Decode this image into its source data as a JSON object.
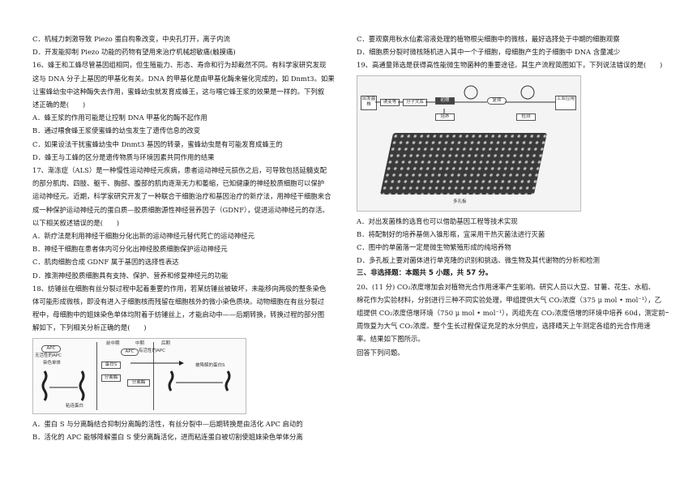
{
  "left": {
    "lines_top": [
      "C．机械力刺激导致 Piezo 蛋白构象改变，中央孔打开，离子内流",
      "D．开发能抑制 Piezo 功能的药物有望用来治疗机械超敏痛(触摸痛)",
      "16、蜂王和工蜂尽管基因组相同，但生殖能力、形态、寿命和行为却截然不同。有科学家研究发现",
      "这与 DNA 分子上基因的甲基化有关。DNA 的甲基化是由甲基化酶来催化完成的，如 Dnmt3。如果",
      "让蜜蜂幼虫中这种酶失去作用，蜜蜂幼虫就发育成蜂王，这与喂它蜂王浆的效果是一样的。下列叙",
      "述正确的是(　　)",
      "A．蜂王浆的作用可能是让控制 DNA 甲基化的酶不起作用",
      "B．通过喂食蜂王浆使蜜蜂的幼虫发生了遗传信息的改变",
      "C．如果设法干扰蜜蜂幼虫中 Dnmt3 基因的转录，蜜蜂幼虫是有可能发育成蜂王的",
      "D．蜂王与工蜂的区分是遗传物质与环境因素共同作用的结果",
      "17、渐冻症（ALS）是一种慢性运动神经元疾病，患者运动神经元损伤之后，可导致包括延髓支配",
      "的部分肌肉、四肢、躯干、胸部、腹部的肌肉逐渐无力和萎缩，已知健康的神经胶质细胞可以保护",
      "运动神经元。近期，科学家研究开发了一种联合干细胞治疗和基因治疗的新疗法，用神经干细胞来合",
      "成一种保护运动神经元的蛋白质—胶质细胞源性神经营养因子（GDNF），促进运动神经元的存活。",
      "以下相关叙述错误的是(　　)",
      "A．新疗法是利用神经干细胞分化出新的运动神经元替代死亡的运动神经元",
      "B．神经干细胞在患者体内可分化出神经胶质细胞保护运动神经元",
      "C．肌肉细胞合成 GDNF 属于基因的选择性表达",
      "D．推测神经胶质细胞具有支持、保护、营养和修复神经元的功能",
      "18、纺锤丝在细胞有丝分裂过程中起着重要的作用，若某纺锤丝被破坏，未能移向两极的整条染色",
      "体可能形成微核，即没有进入子细胞核而残留在细胞核外的微小染色质块。动物细胞在有丝分裂过",
      "程中，母细胞中的姐妹染色单体均附着于纺锤丝上，才能启动中——后期转换，转换过程的部分图",
      "解如下，下列相关分析正确的是(　　)"
    ],
    "figure": {
      "stage_prometaphase": "前中期",
      "stage_metaphase": "中期",
      "stage_anaphase": "后期",
      "apc_label": "APC",
      "inactive_apc": "无活性的APC",
      "chromatid": "染色单体",
      "protein_s": "蛋白S",
      "separase": "分离酶",
      "active_apc": "有活性的APC",
      "cohesin": "粘连蛋白",
      "degraded_s": "被降解的蛋白S"
    },
    "lines_bottom": [
      "A．蛋白 S 与分离酶结合抑制分离酶的活性，有丝分裂中—后期转换是由活化 APC 启动的",
      "B．活化的 APC 能够降解蛋白 S 使分离酶活化，进而粘连蛋白被切割使姐妹染色单体分离"
    ]
  },
  "right": {
    "lines_top": [
      "C．要观察用秋水仙素溶液处理的植物根尖细胞中的微核，最好选择处于中期的细胞观察",
      "D．细胞质分裂时微核随机进入其中一个子细胞，母细胞产生的子细胞中 DNA 含量减少",
      "19、高通量筛选是获得高性能微生物菌种的重要途径。其生产流程简图如下，下列说法错误的是(　　)"
    ],
    "figure": {
      "start_strain": "出发菌株",
      "mutagenesis": "诱变等",
      "library": "分子文库",
      "screening": "初筛",
      "rescreen": "复筛",
      "scale_up": "工业应用",
      "culture": "培养",
      "detection": "检测",
      "plate_caption": "多孔板"
    },
    "lines_mid": [
      "A．对出发菌株的选育也可以借助基因工程等技术实现",
      "B．将配制好的培养基倒入锥形瓶，宜采用干热灭菌法进行灭菌",
      "C．图中的单菌落一定是微生物繁殖形成的纯培养物",
      "D．多孔板上要对菌体进行单克隆的识别和挑选、微生物及其代谢物的分析和检测"
    ],
    "section_heading": "三、非选择题：本题共 5 小题，共 57 分。",
    "lines_bottom": [
      "20、(11 分) CO₂浓度增加会对植物光合作用速率产生影响。研究人员以大豆、甘薯、花生、水稻、",
      "棉花作为实验材料，分别进行三种不同实验处理，甲组提供大气 CO₂浓度（375 μ mol • mol⁻¹），乙",
      "组提供 CO₂浓度倍增环境（750 μ mol • mol⁻¹），丙组先在 CO₂浓度倍增的环境中培养 60d，测定前一",
      "周恢复为大气 CO₂浓度。整个生长过程保证充足的水分供应，选择晴天上午测定各组的光合作用速",
      "率。结果如下图所示。",
      "回答下列问题。"
    ]
  }
}
